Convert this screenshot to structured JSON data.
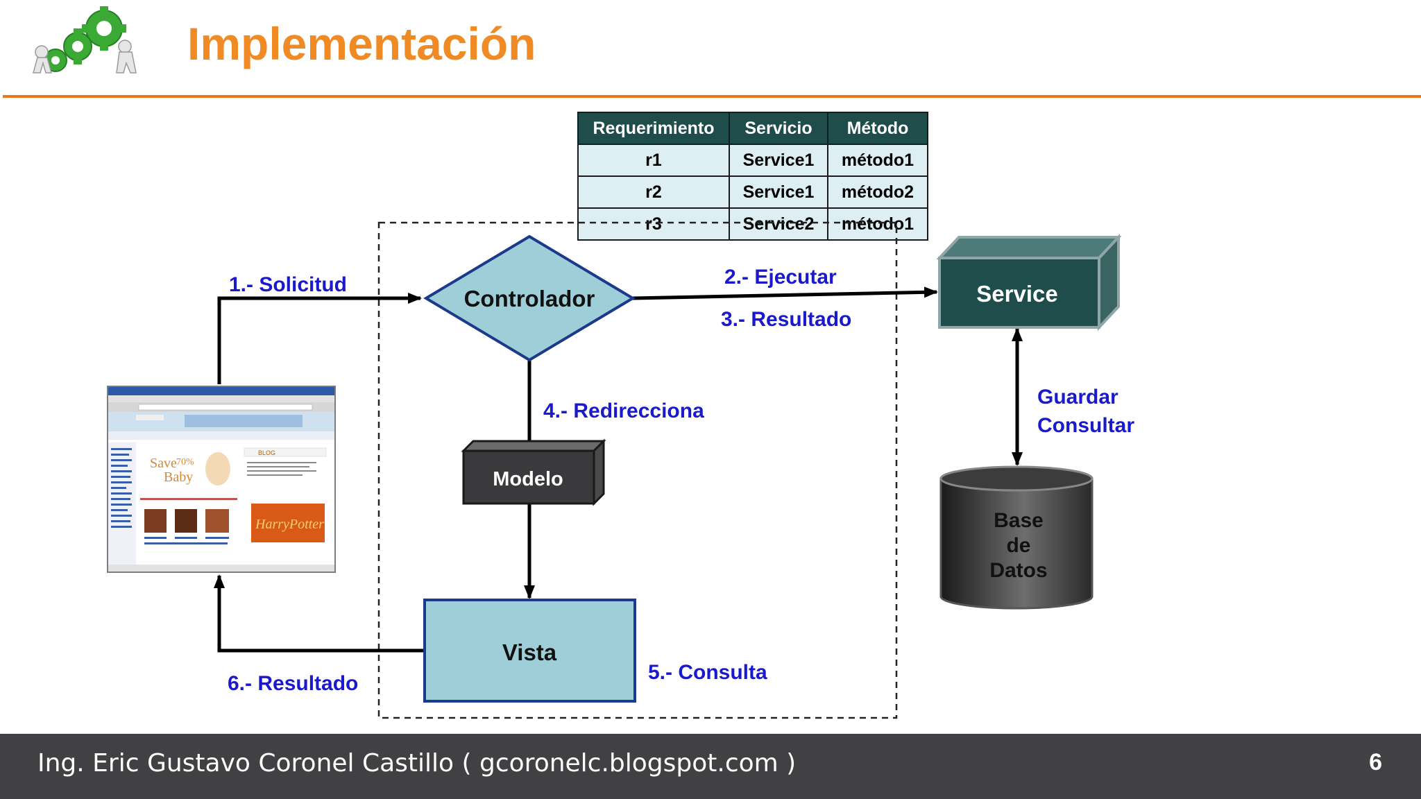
{
  "slide": {
    "title": "Implementación",
    "page_number": "6"
  },
  "footer": {
    "text": "Ing. Eric Gustavo Coronel Castillo ( gcoronelc.blogspot.com )"
  },
  "table": {
    "headers": [
      "Requerimiento",
      "Servicio",
      "Método"
    ],
    "rows": [
      [
        "r1",
        "Service1",
        "método1"
      ],
      [
        "r2",
        "Service1",
        "método2"
      ],
      [
        "r3",
        "Service2",
        "método1"
      ]
    ]
  },
  "diagram": {
    "nodes": {
      "controller": "Controlador",
      "service": "Service",
      "model": "Modelo",
      "view": "Vista",
      "database": [
        "Base",
        "de",
        "Datos"
      ]
    },
    "steps": {
      "s1": "1.- Solicitud",
      "s2": "2.- Ejecutar",
      "s3": "3.- Resultado",
      "s4": "4.- Redirecciona",
      "s5": "5.- Consulta",
      "s6": "6.- Resultado",
      "db1": "Guardar",
      "db2": "Consultar"
    }
  },
  "colors": {
    "title": "#F08A24",
    "rule": "#E87722",
    "label_blue": "#1A1ACC",
    "diamond_fill": "#9ECFD8",
    "service_fill": "#1E4D4B",
    "footer_bg": "#414143"
  }
}
